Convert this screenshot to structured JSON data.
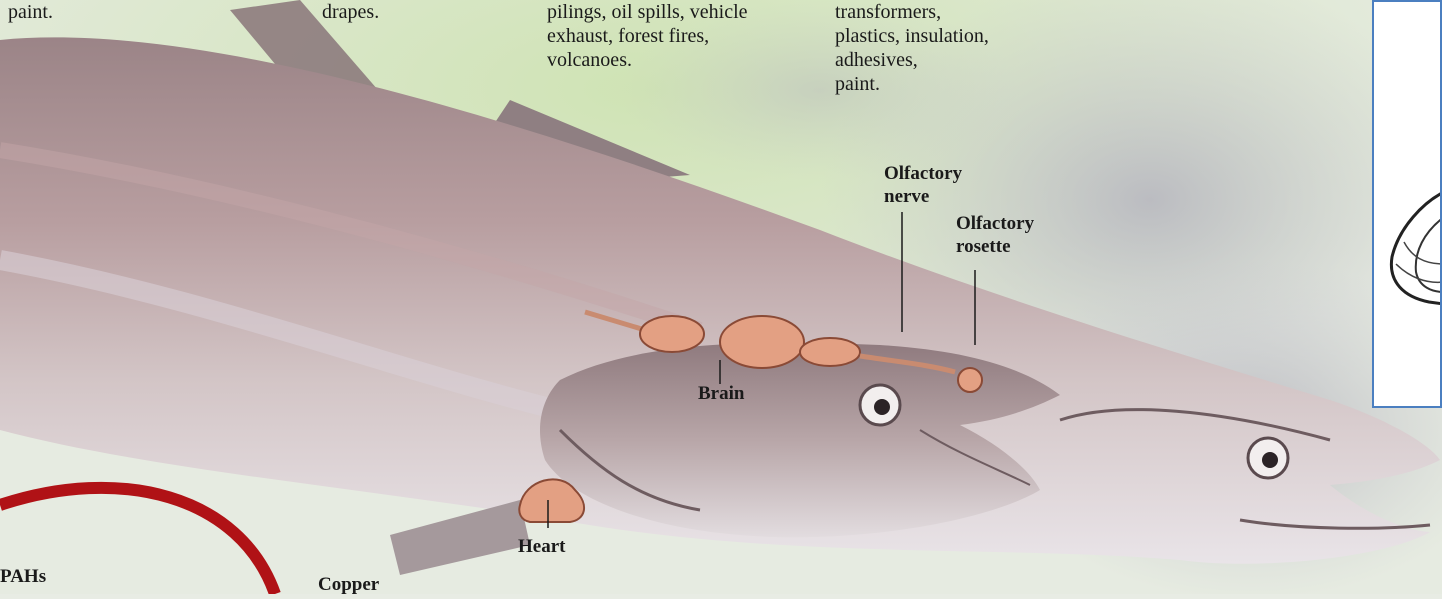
{
  "source_text": {
    "col1_fragment": "paint.",
    "col2_fragment": "drapes.",
    "col3_fragment": "pilings, oil spills, vehicle\nexhaust, forest fires,\nvolcanoes.",
    "col4_fragment": "transformers,\nplastics, insulation,\nadhesives,\npaint."
  },
  "labels": {
    "olfactory_nerve": "Olfactory\nnerve",
    "olfactory_rosette": "Olfactory\nrosette",
    "brain": "Brain",
    "heart": "Heart",
    "pahs": "PAHs",
    "copper": "Copper"
  },
  "colors": {
    "callout_circle": "#b01216",
    "inset_border": "#4b7fc0",
    "organ": "#e3a083",
    "organ_outline": "#8a4a36"
  }
}
